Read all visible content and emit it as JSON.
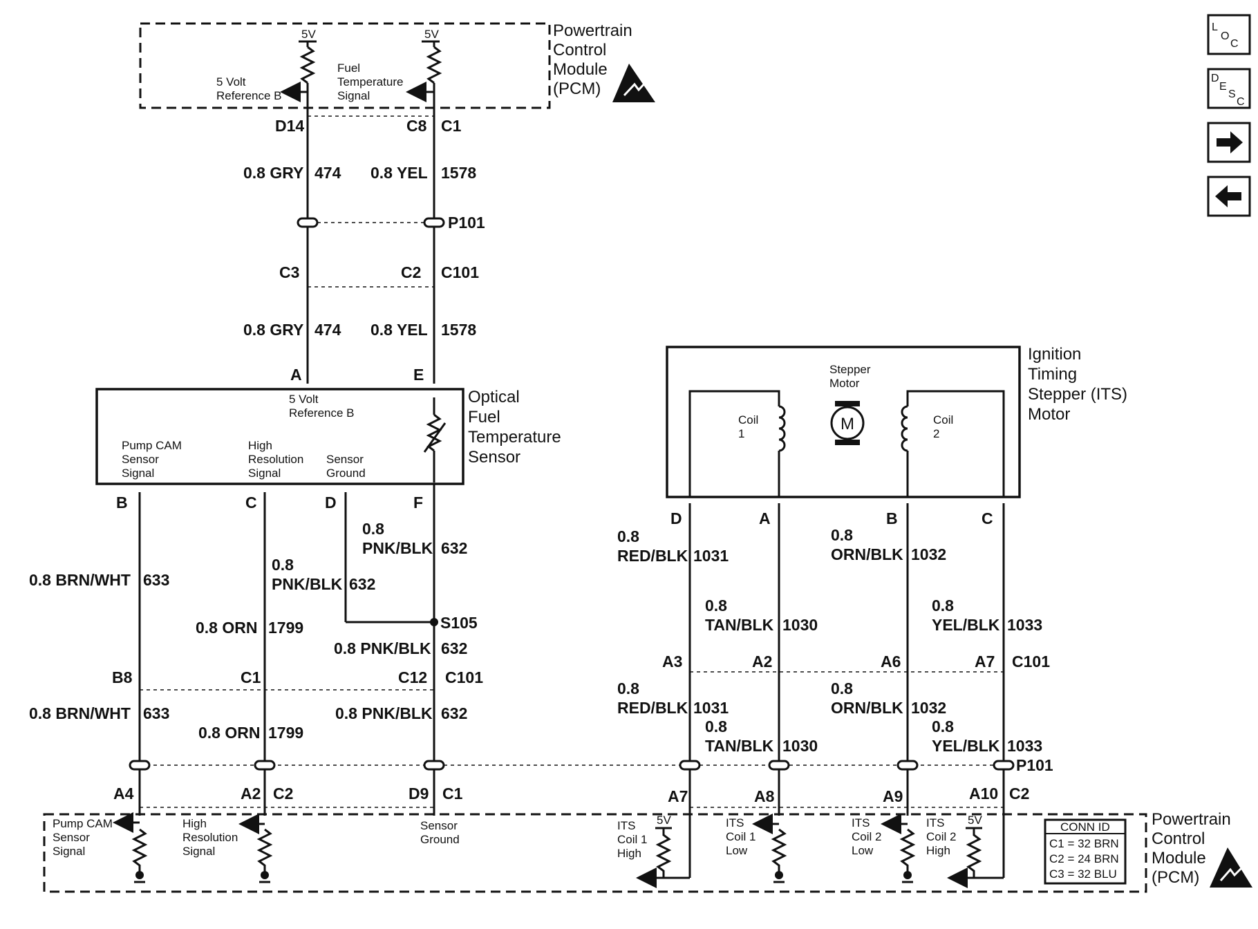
{
  "pcm_top": {
    "title": [
      "Powertrain",
      "Control",
      "Module",
      "(PCM)"
    ],
    "supply_left": "5V",
    "supply_right": "5V",
    "sig_ref_b": [
      "5 Volt",
      "Reference B"
    ],
    "sig_fuel_temp": [
      "Fuel",
      "Temperature",
      "Signal"
    ],
    "pin_d14": "D14",
    "pin_c8": "C8",
    "conn_c1": "C1"
  },
  "wires_top": {
    "gry_size": "0.8 GRY",
    "gry_circuit": "474",
    "yel_size": "0.8 YEL",
    "yel_circuit": "1578",
    "p101": "P101",
    "c3": "C3",
    "c2": "C2",
    "c101": "C101",
    "gry2_size": "0.8 GRY",
    "gry2_circuit": "474",
    "yel2_size": "0.8 YEL",
    "yel2_circuit": "1578",
    "pin_a": "A",
    "pin_e": "E"
  },
  "sensor": {
    "title": [
      "Optical",
      "Fuel",
      "Temperature",
      "Sensor"
    ],
    "ref_b": [
      "5 Volt",
      "Reference B"
    ],
    "pump_cam": [
      "Pump CAM",
      "Sensor",
      "Signal"
    ],
    "high_res": [
      "High",
      "Resolution",
      "Signal"
    ],
    "ground": [
      "Sensor",
      "Ground"
    ],
    "pin_b": "B",
    "pin_c": "C",
    "pin_d": "D",
    "pin_f": "F"
  },
  "wires_left": {
    "brn_size": "0.8 BRN/WHT",
    "brn_circuit": "633",
    "pnk_size_a": "0.8",
    "pnk_color_a": "PNK/BLK",
    "pnk_circuit_a": "632",
    "pnk_size_b": "0.8",
    "pnk_color_b": "PNK/BLK",
    "pnk_circuit_b": "632",
    "orn_size": "0.8 ORN",
    "orn_circuit": "1799",
    "s105": "S105",
    "pnk2_size": "0.8 PNK/BLK",
    "pnk2_circuit": "632",
    "b8": "B8",
    "c1": "C1",
    "c12": "C12",
    "c101": "C101",
    "brn2_size": "0.8 BRN/WHT",
    "brn2_circuit": "633",
    "orn2_size": "0.8 ORN",
    "orn2_circuit": "1799",
    "pnk3_size": "0.8 PNK/BLK",
    "pnk3_circuit": "632"
  },
  "its": {
    "title": [
      "Ignition",
      "Timing",
      "Stepper (ITS)",
      "Motor"
    ],
    "stepper": [
      "Stepper",
      "Motor"
    ],
    "motor_symbol": "M",
    "coil1": [
      "Coil",
      "1"
    ],
    "coil2": [
      "Coil",
      "2"
    ],
    "pin_d": "D",
    "pin_a": "A",
    "pin_b": "B",
    "pin_c": "C"
  },
  "wires_right": {
    "w1031_size": "0.8",
    "w1031_color": "RED/BLK",
    "w1031_circuit": "1031",
    "w1030_size": "0.8",
    "w1030_color": "TAN/BLK",
    "w1030_circuit": "1030",
    "w1032_size": "0.8",
    "w1032_color": "ORN/BLK",
    "w1032_circuit": "1032",
    "w1033_size": "0.8",
    "w1033_color": "YEL/BLK",
    "w1033_circuit": "1033",
    "a3": "A3",
    "a2": "A2",
    "a6": "A6",
    "a7": "A7",
    "c101": "C101",
    "w1031b_size": "0.8",
    "w1031b_color": "RED/BLK",
    "w1031b_circuit": "1031",
    "w1030b_size": "0.8",
    "w1030b_color": "TAN/BLK",
    "w1030b_circuit": "1030",
    "w1032b_size": "0.8",
    "w1032b_color": "ORN/BLK",
    "w1032b_circuit": "1032",
    "w1033b_size": "0.8",
    "w1033b_color": "YEL/BLK",
    "w1033b_circuit": "1033",
    "p101": "P101"
  },
  "pcm_bottom": {
    "title": [
      "Powertrain",
      "Control",
      "Module",
      "(PCM)"
    ],
    "pins": {
      "a4": "A4",
      "a2": "A2",
      "c2a": "C2",
      "d9": "D9",
      "c1": "C1",
      "a7": "A7",
      "a8": "A8",
      "a9": "A9",
      "a10": "A10",
      "c2b": "C2"
    },
    "pump_cam": [
      "Pump CAM",
      "Sensor",
      "Signal"
    ],
    "high_res": [
      "High",
      "Resolution",
      "Signal"
    ],
    "ground": [
      "Sensor",
      "Ground"
    ],
    "coil1_high": [
      "ITS",
      "Coil 1",
      "High"
    ],
    "coil1_low": [
      "ITS",
      "Coil 1",
      "Low"
    ],
    "coil2_low": [
      "ITS",
      "Coil 2",
      "Low"
    ],
    "coil2_high": [
      "ITS",
      "Coil 2",
      "High"
    ],
    "supply_a": "5V",
    "supply_b": "5V",
    "conn_id": {
      "header": "CONN ID",
      "rows": [
        "C1 = 32 BRN",
        "C2 = 24 BRN",
        "C3 = 32 BLU"
      ]
    }
  },
  "nav": {
    "loc_letters": [
      "L",
      "O",
      "C"
    ],
    "desc_letters": [
      "D",
      "E",
      "S",
      "C"
    ],
    "next_icon": "arrow-right",
    "prev_icon": "arrow-left"
  }
}
